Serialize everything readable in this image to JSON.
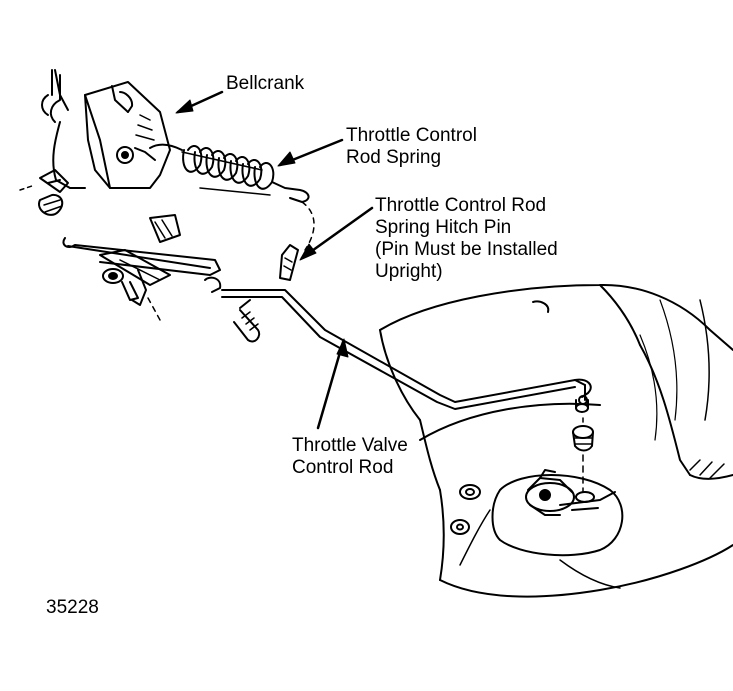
{
  "labels": {
    "bellcrank": "Bellcrank",
    "rod_spring": [
      "Throttle Control",
      "Rod Spring"
    ],
    "hitch_pin": [
      "Throttle Control Rod",
      "Spring Hitch Pin",
      "(Pin Must be Installed",
      "Upright)"
    ],
    "tv_rod": [
      "Throttle Valve",
      "Control Rod"
    ]
  },
  "figure_number": "35228",
  "colors": {
    "ink": "#000000",
    "paper": "#ffffff"
  }
}
